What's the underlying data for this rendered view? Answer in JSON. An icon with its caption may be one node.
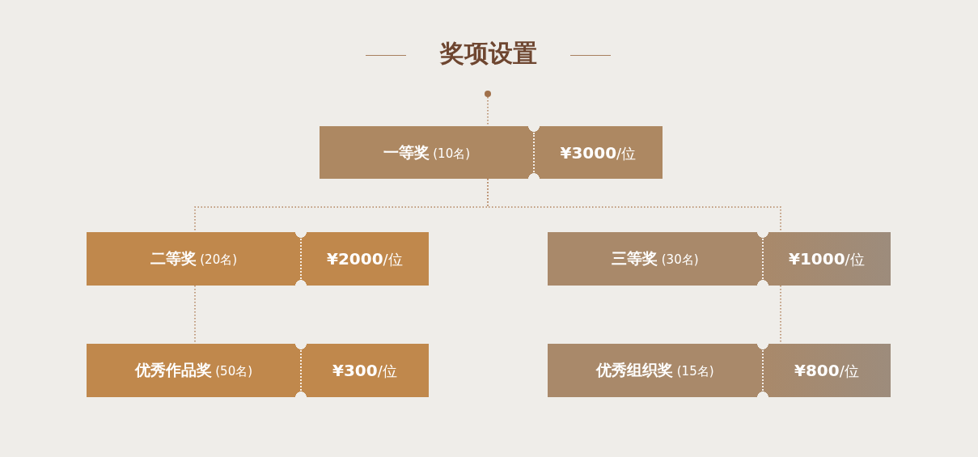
{
  "diagram": {
    "title": "奖项设置",
    "nodes": [
      {
        "text": [
          "**一等奖** (10名)",
          "**¥3000**/位"
        ]
      },
      {
        "text": [
          "**二等奖** (20名)",
          "**¥2000**/位"
        ]
      },
      {
        "text": [
          "**三等奖** (30名)",
          "**¥1000**/位"
        ]
      },
      {
        "text": [
          "**优秀作品奖** (50名)",
          "**¥300**/位"
        ]
      },
      {
        "text": [
          "**优秀组织奖** (15名)",
          "**¥800**/位"
        ]
      },
      {
        "text": [],
        "shape": "circle"
      }
    ],
    "edges": [
      {
        "from": 5,
        "to": 0,
        "arrow": "none"
      },
      {
        "from": 0,
        "to": 1,
        "arrow": "none"
      },
      {
        "from": 0,
        "to": 2,
        "arrow": "none"
      },
      {
        "from": 1,
        "to": 3,
        "arrow": "none"
      },
      {
        "from": 2,
        "to": 4,
        "arrow": "none"
      }
    ]
  }
}
